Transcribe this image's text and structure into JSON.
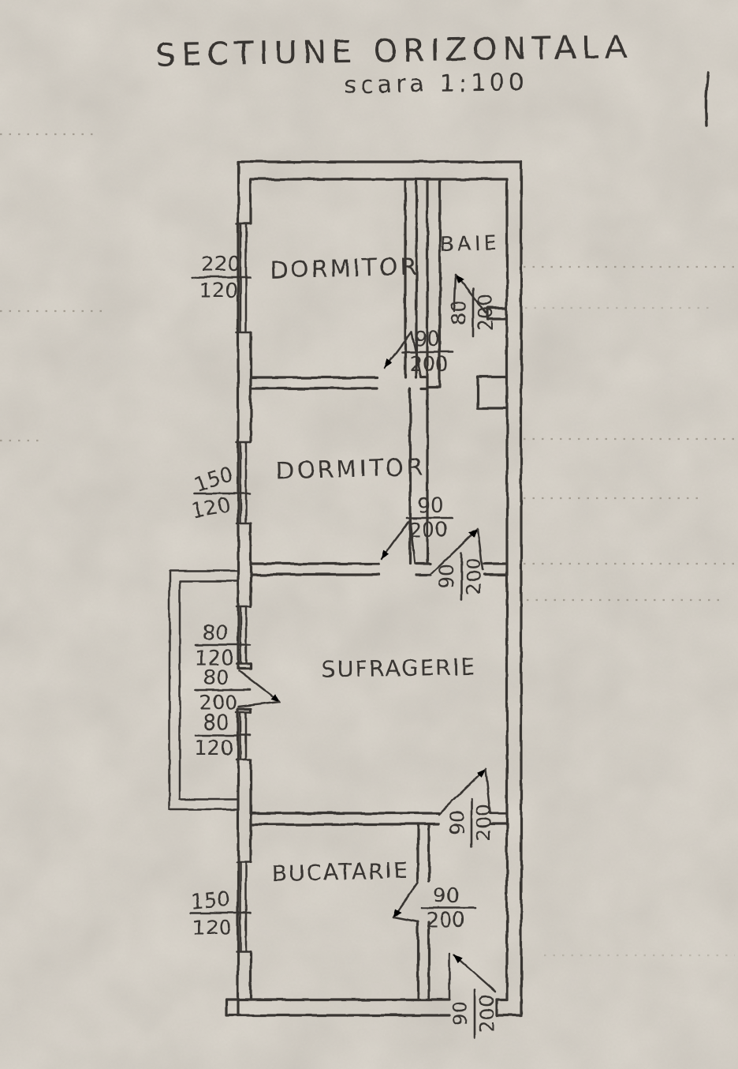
{
  "title": {
    "line1": "SECTIUNE ORIZONTALA",
    "line2": "scara 1:100"
  },
  "rooms": {
    "dormitor1": {
      "label": "DORMITOR"
    },
    "baie": {
      "label": "BAIE"
    },
    "dormitor2": {
      "label": "DORMITOR"
    },
    "sufragerie": {
      "label": "SUFRAGERIE"
    },
    "bucatarie": {
      "label": "BUCATARIE"
    }
  },
  "dims": {
    "dormitor1_window": {
      "num": "220",
      "den": "120"
    },
    "dormitor1_door": {
      "num": "90",
      "den": "200"
    },
    "baie_door": {
      "num": "80",
      "den": "200"
    },
    "dormitor2_window": {
      "num": "150",
      "den": "120"
    },
    "dormitor2_door": {
      "num": "90",
      "den": "200"
    },
    "hall_sufragerie_door": {
      "num": "90",
      "den": "200"
    },
    "sufragerie_window_upper": {
      "num": "80",
      "den": "120"
    },
    "balcony_door": {
      "num": "80",
      "den": "200"
    },
    "sufragerie_window_lower": {
      "num": "80",
      "den": "120"
    },
    "sufragerie_entry_door": {
      "num": "90",
      "den": "200"
    },
    "bucatarie_door": {
      "num": "90",
      "den": "200"
    },
    "bucatarie_window": {
      "num": "150",
      "den": "120"
    },
    "entrance_door": {
      "num": "90",
      "den": "200"
    }
  },
  "colors": {
    "paper": "#d8d3ca",
    "ink": "#393430"
  }
}
